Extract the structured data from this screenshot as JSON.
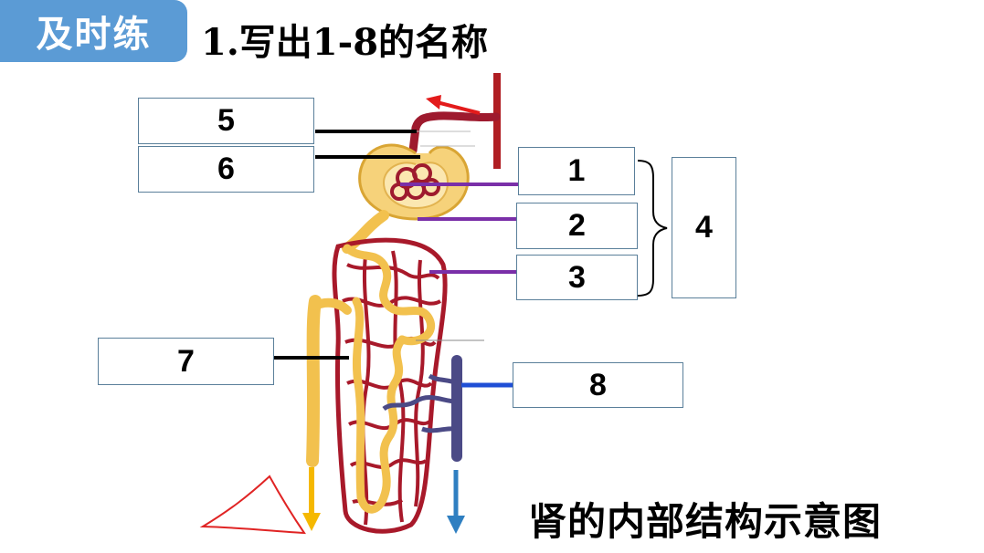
{
  "badge": {
    "text": "及时练"
  },
  "question": {
    "text": "1.写出1-8的名称"
  },
  "labels": {
    "l1": "1",
    "l2": "2",
    "l3": "3",
    "l4": "4",
    "l5": "5",
    "l6": "6",
    "l7": "7",
    "l8": "8"
  },
  "caption": {
    "text": "肾的内部结构示意图"
  },
  "colors": {
    "badge_bg": "#5b9bd5",
    "artery": "#b01e23",
    "tubule": "#f2c14e",
    "vein": "#4b4a86",
    "pointer_purple": "#7a2fa8",
    "pointer_blue": "#1f4fd6",
    "arrow_red": "#e31b1b",
    "arrow_yellow": "#f5b800",
    "arrow_blue": "#2f7fc1"
  }
}
